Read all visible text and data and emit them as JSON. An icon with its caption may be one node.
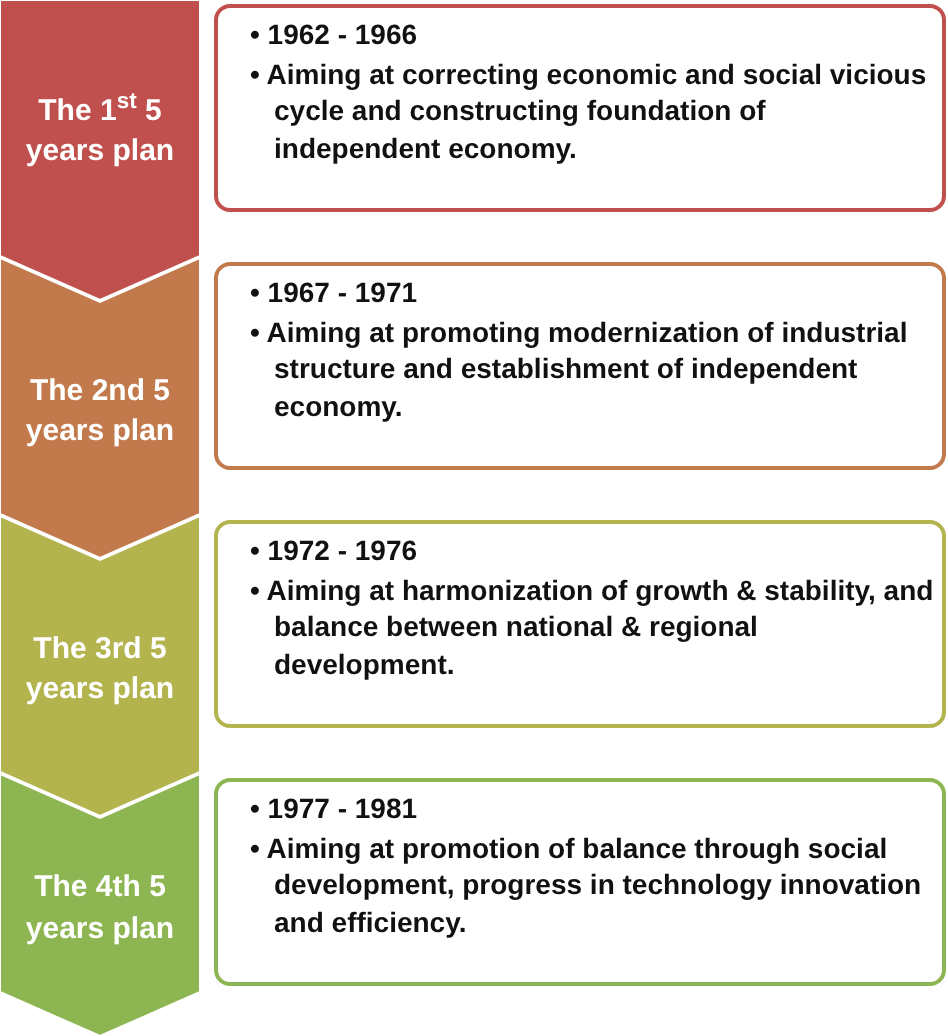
{
  "diagram": {
    "nodes": [
      {
        "text": [
          "The 1$^{st}$ 5 years plan"
        ]
      },
      {
        "text": [
          "• 1962 - 1966",
          "• Aiming at correcting economic and social vicious cycle and constructing foundation of independent economy."
        ]
      },
      {
        "text": [
          "The 2nd 5 years plan"
        ]
      },
      {
        "text": [
          "• 1967 - 1971",
          "• Aiming at promoting modernization of industrial structure and establishment of independent economy."
        ]
      },
      {
        "text": [
          "The 3rd 5 years plan"
        ]
      },
      {
        "text": [
          "• 1972 - 1976",
          "• Aiming at harmonization of growth & stability, and balance between national & regional development."
        ]
      },
      {
        "text": [
          "The 4th 5 years plan"
        ]
      },
      {
        "text": [
          "• 1977 - 1981",
          "• Aiming at promotion of balance through social development, progress in technology innovation and efficiency."
        ]
      }
    ]
  }
}
